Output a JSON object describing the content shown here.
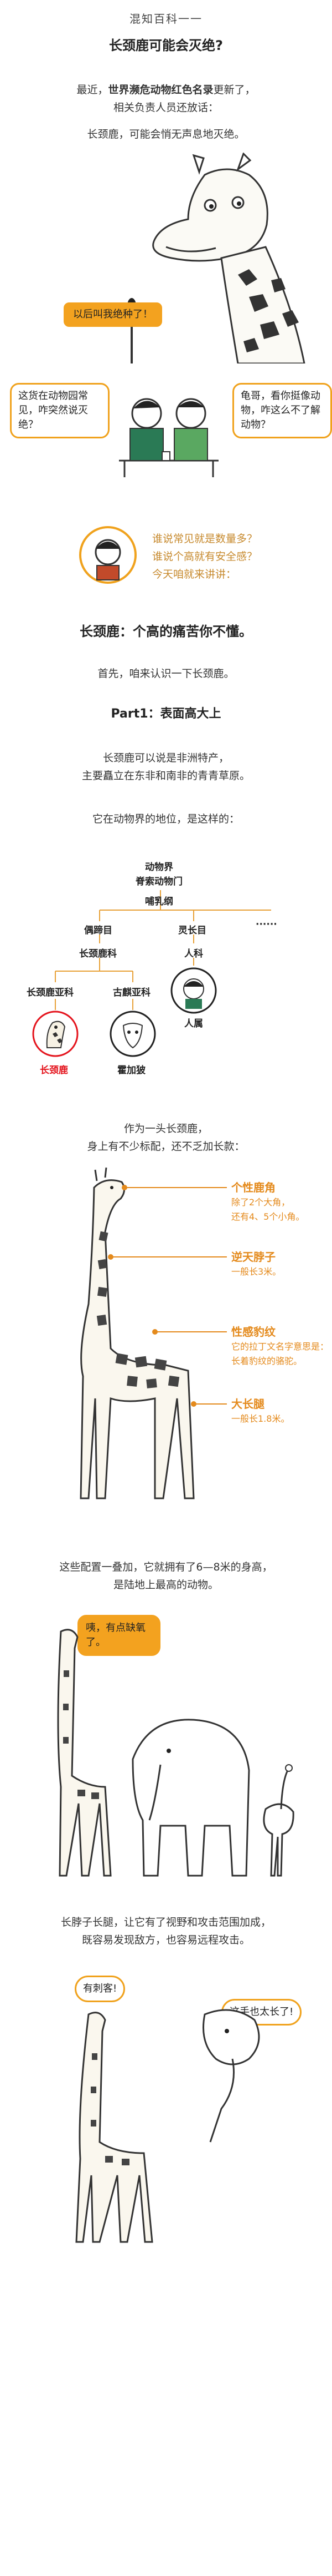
{
  "header": {
    "series": "混知百科一一"
  },
  "article": {
    "title": "长颈鹿可能会灭绝?",
    "intro_line1_pre": "最近，",
    "intro_line1_bold": "世界濒危动物红色名录",
    "intro_line1_post": "更新了，",
    "intro_line2": "相关负责人员还放话：",
    "intro_line3": "长颈鹿，可能会悄无声息地灭绝。",
    "giraffe_bubble": "以后叫我绝种了！",
    "chat_left": "这货在动物园常见，咋突然说灭绝？",
    "chat_right": "龟哥，看你挺像动物，咋这么不了解动物？",
    "questions": [
      "谁说常见就是数量多？",
      "谁说个高就有安全感？",
      "今天咱就来讲讲："
    ],
    "section_title": "长颈鹿：个高的痛苦你不懂。",
    "section_intro": "首先，咱来认识一下长颈鹿。",
    "part1_title": "Part1：表面高大上",
    "part1_line1": "长颈鹿可以说是非洲特产，",
    "part1_line2": "主要矗立在东非和南非的青青草原。",
    "taxonomy_intro": "它在动物界的地位，是这样的：",
    "taxonomy": {
      "kingdom": "动物界",
      "phylum": "脊索动物门",
      "class": "哺乳纲",
      "order_left": "偶蹄目",
      "order_mid": "灵长目",
      "order_more": "······",
      "family_left": "长颈鹿科",
      "family_mid": "人科",
      "sub_left": "长颈鹿亚科",
      "sub_right": "古麒亚科",
      "genus_mid": "人属",
      "leaf_left": "长颈鹿",
      "leaf_right": "霍加狓"
    },
    "features_intro1": "作为一头长颈鹿，",
    "features_intro2": "身上有不少标配，还不乏加长款：",
    "features": [
      {
        "title": "个性鹿角",
        "desc": [
          "除了2个大角，",
          "还有4、5个小角。"
        ]
      },
      {
        "title": "逆天脖子",
        "desc": [
          "一般长3米。"
        ]
      },
      {
        "title": "性感豹纹",
        "desc": [
          "它的拉丁文名字意思是：",
          "长着豹纹的骆驼。"
        ]
      },
      {
        "title": "大长腿",
        "desc": [
          "一般长1.8米。"
        ]
      }
    ],
    "height_line1": "这些配置一叠加，它就拥有了6—8米的身高，",
    "height_line2": "是陆地上最高的动物。",
    "oxygen_bubble": "咦，有点缺氧了。",
    "advantage_line1": "长脖子长腿，让它有了视野和攻击范围加成，",
    "advantage_line2": "既容易发现敌方，也容易远程攻击。",
    "attack_left": "有刺客!",
    "attack_right": "这手也太长了!"
  },
  "colors": {
    "accent": "#f0a21d",
    "feature": "#e48a1c",
    "red": "#e4141d",
    "line": "#e8a23a"
  }
}
